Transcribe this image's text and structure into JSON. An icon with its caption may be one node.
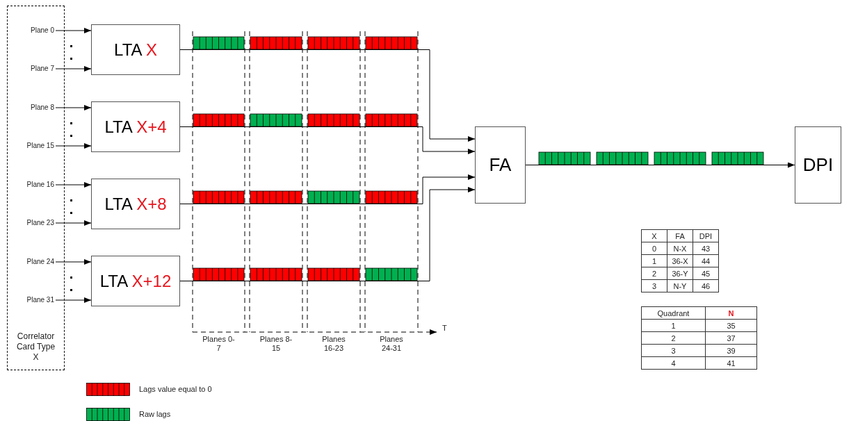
{
  "diagram": {
    "nodes": [
      {
        "text": [
          "Correlator Card Type X"
        ]
      },
      {
        "text": [
          "Plane 0"
        ],
        "in": 0
      },
      {
        "text": [
          "Plane 7"
        ],
        "in": 0
      },
      {
        "text": [
          "Plane 8"
        ],
        "in": 0
      },
      {
        "text": [
          "Plane 15"
        ],
        "in": 0
      },
      {
        "text": [
          "Plane 16"
        ],
        "in": 0
      },
      {
        "text": [
          "Plane 23"
        ],
        "in": 0
      },
      {
        "text": [
          "Plane 24"
        ],
        "in": 0
      },
      {
        "text": [
          "Plane 31"
        ],
        "in": 0
      },
      {
        "text": [
          "LTA",
          "X"
        ]
      },
      {
        "text": [
          "LTA",
          "X+4"
        ]
      },
      {
        "text": [
          "LTA",
          "X+8"
        ]
      },
      {
        "text": [
          "LTA",
          "X+12"
        ]
      },
      {
        "text": [
          "FA"
        ]
      },
      {
        "text": [
          "DPI"
        ]
      }
    ],
    "edges": [
      {
        "from": 1,
        "to": 9,
        "arrow": "to"
      },
      {
        "from": 2,
        "to": 9,
        "arrow": "to"
      },
      {
        "from": 3,
        "to": 10,
        "arrow": "to"
      },
      {
        "from": 4,
        "to": 10,
        "arrow": "to"
      },
      {
        "from": 5,
        "to": 11,
        "arrow": "to"
      },
      {
        "from": 6,
        "to": 11,
        "arrow": "to"
      },
      {
        "from": 7,
        "to": 12,
        "arrow": "to"
      },
      {
        "from": 8,
        "to": 12,
        "arrow": "to"
      },
      {
        "from": 9,
        "to": 13,
        "arrow": "to"
      },
      {
        "from": 10,
        "to": 13,
        "arrow": "to"
      },
      {
        "from": 11,
        "to": 13,
        "arrow": "to"
      },
      {
        "from": 12,
        "to": 13,
        "arrow": "to"
      },
      {
        "from": 13,
        "to": 14,
        "arrow": "to"
      }
    ],
    "labels": [
      "T",
      "Planes 0-7",
      "Planes 8-15",
      "Planes 16-23",
      "Planes 24-31",
      "X",
      "FA",
      "DPI",
      "0",
      "N-X",
      "43",
      "1",
      "36-X",
      "44",
      "2",
      "36-Y",
      "45",
      "3",
      "N-Y",
      "46",
      "Quadrant",
      "N",
      "1",
      "35",
      "2",
      "37",
      "3",
      "39",
      "4",
      "41"
    ],
    "legend": [
      {
        "text": "Lags value equal to 0",
        "color": "#ff0000"
      },
      {
        "text": "Raw lags",
        "color": "#00b050"
      }
    ]
  }
}
